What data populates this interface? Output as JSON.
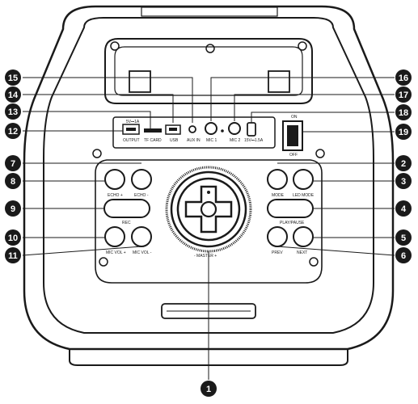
{
  "callouts": [
    "1",
    "2",
    "3",
    "4",
    "5",
    "6",
    "7",
    "8",
    "9",
    "10",
    "11",
    "12",
    "13",
    "14",
    "15",
    "16",
    "17",
    "18",
    "19"
  ],
  "panel": {
    "output": "OUTPUT",
    "output_rating": "5V⎓1A",
    "tf_card": "TF CARD",
    "usb": "USB",
    "aux_in": "AUX IN",
    "mic1": "MIC 1",
    "mic2": "MIC 2",
    "dc_in": "15V⎓1.5A",
    "on": "ON",
    "off": "OFF"
  },
  "buttons": {
    "echo_plus": "ECHO +",
    "echo_minus": "ECHO -",
    "rec": "REC",
    "mic_vol_plus": "MIC VOL +",
    "mic_vol_minus": "MIC VOL -",
    "mode": "MODE",
    "led_mode": "LED MODE",
    "play_pause": "PLAY/PAUSE",
    "prev": "PREV",
    "next": "NEXT",
    "master": "- MASTER +"
  }
}
